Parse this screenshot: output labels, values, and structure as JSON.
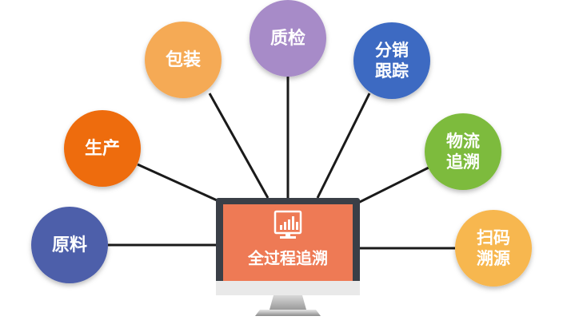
{
  "center": {
    "label": "全过程追溯",
    "screen_color": "#EE7A55",
    "icon": "bar-chart-monitor-icon"
  },
  "nodes": [
    {
      "id": "raw-material",
      "lines": [
        "原料"
      ],
      "color": "#4E5FAA"
    },
    {
      "id": "production",
      "lines": [
        "生产"
      ],
      "color": "#EE6C10"
    },
    {
      "id": "packaging",
      "lines": [
        "包装"
      ],
      "color": "#F5AA55"
    },
    {
      "id": "quality-inspection",
      "lines": [
        "质检"
      ],
      "color": "#A78BC8"
    },
    {
      "id": "distribution-tracking",
      "lines": [
        "分销",
        "跟踪"
      ],
      "color": "#3D6BC2"
    },
    {
      "id": "logistics-tracing",
      "lines": [
        "物流",
        "追溯"
      ],
      "color": "#7DBB3C"
    },
    {
      "id": "scan-code-tracing",
      "lines": [
        "扫码",
        "溯源"
      ],
      "color": "#F7B750"
    }
  ]
}
